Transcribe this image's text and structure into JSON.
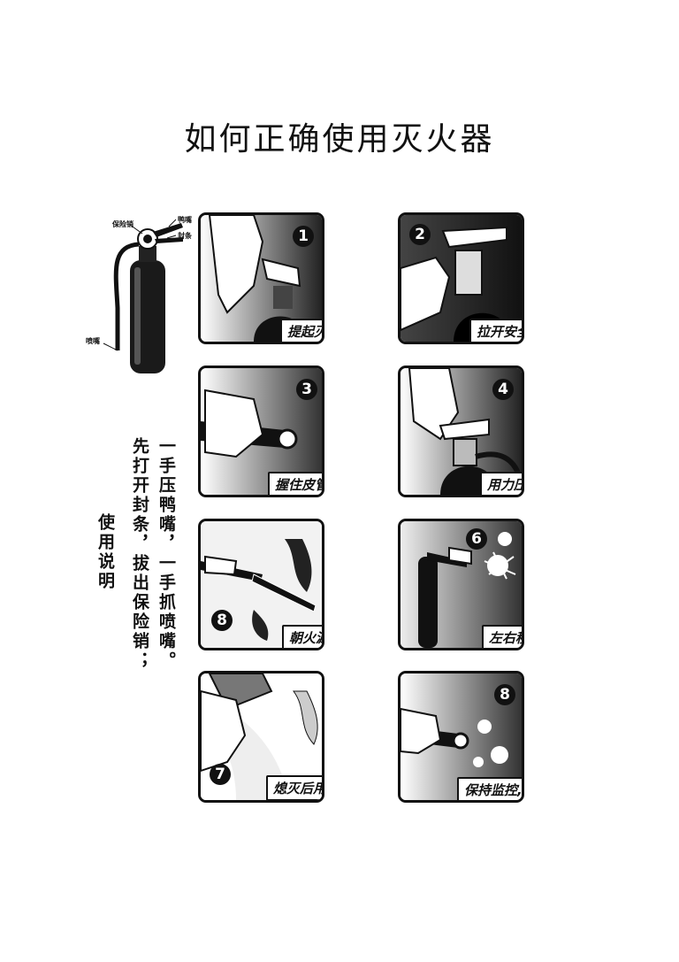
{
  "title": "如何正确使用灭火器",
  "diagram": {
    "labels": {
      "safety_pin": "保险销",
      "handle": "鸭嘴",
      "seal": "封条",
      "nozzle": "喷嘴"
    }
  },
  "instructions": {
    "heading": "使用说明",
    "line1": "先打开封条，拔出保险销；",
    "line2": "一手压鸭嘴，一手抓喷嘴。"
  },
  "steps": [
    {
      "number": "1",
      "caption": "提起灭火器"
    },
    {
      "number": "2",
      "caption": "拉开安全插销"
    },
    {
      "number": "3",
      "caption": "握住皮管,朝向火苗"
    },
    {
      "number": "4",
      "caption": "用力压下鸭嘴"
    },
    {
      "number": "8",
      "caption": "朝火源根部喷"
    },
    {
      "number": "6",
      "caption": "左右移动喷射"
    },
    {
      "number": "7",
      "caption": "熄灭后用冷水却除温"
    },
    {
      "number": "8",
      "caption": "保持监控,确保熄灭"
    }
  ]
}
